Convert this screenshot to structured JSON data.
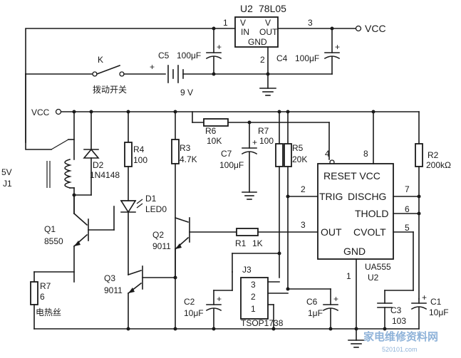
{
  "regulator": {
    "ref": "U2",
    "part": "78L05",
    "pin_in": "IN",
    "pin_out": "OUT",
    "pin_gnd": "GND",
    "v_in": "V",
    "v_out": "V",
    "n1": "1",
    "n2": "2",
    "n3": "3"
  },
  "vcc_out": "VCC",
  "vcc_left": "VCC",
  "switch": {
    "ref": "K",
    "name": "拨动开关"
  },
  "battery": "9 V",
  "c5": {
    "ref": "C5",
    "val": "100μF"
  },
  "c4": {
    "ref": "C4",
    "val": "100μF"
  },
  "r6": {
    "ref": "R6",
    "val": "10K"
  },
  "r7": {
    "ref": "R7",
    "val": "100"
  },
  "c7": {
    "ref": "C7",
    "val": "100μF"
  },
  "r5": {
    "ref": "R5",
    "val": "20K"
  },
  "r4": {
    "ref": "R4",
    "val": "100"
  },
  "r3": {
    "ref": "R3",
    "val": "4.7K"
  },
  "r2": {
    "ref": "R2",
    "val": "200kΩ"
  },
  "d2": {
    "ref": "D2",
    "val": "1N4148"
  },
  "d1": {
    "ref": "D1",
    "val": "LED0"
  },
  "relay": {
    "volt": "5V",
    "ref": "J1"
  },
  "q1": {
    "ref": "Q1",
    "val": "8550"
  },
  "q2": {
    "ref": "Q2",
    "val": "9011"
  },
  "q3": {
    "ref": "Q3",
    "val": "9011"
  },
  "r1": {
    "ref": "R1",
    "val": "1K"
  },
  "r7b": {
    "ref": "R7",
    "val": "6",
    "name": "电热丝"
  },
  "c2": {
    "ref": "C2",
    "val": "10μF"
  },
  "j3": {
    "ref": "J3",
    "p1": "1",
    "p2": "2",
    "p3": "3",
    "part": "TSOP1738"
  },
  "c6": {
    "ref": "C6",
    "val": "1μF"
  },
  "c3": {
    "ref": "C3",
    "val": "103"
  },
  "c1": {
    "ref": "C1",
    "val": "10μF"
  },
  "timer": {
    "reset_vcc": "RESET VCC",
    "trig": "TRIG",
    "dischg": "DISCHG",
    "thold": "THOLD",
    "out": "OUT",
    "cvolt": "CVOLT",
    "gnd": "GND",
    "part": "UA555",
    "ref": "U2",
    "n1": "1",
    "n2": "2",
    "n3": "3",
    "n4": "4",
    "n5": "5",
    "n6": "6",
    "n7": "7",
    "n8": "8"
  },
  "watermark": {
    "name": "家电维修资料网",
    "url": "520101.com"
  }
}
